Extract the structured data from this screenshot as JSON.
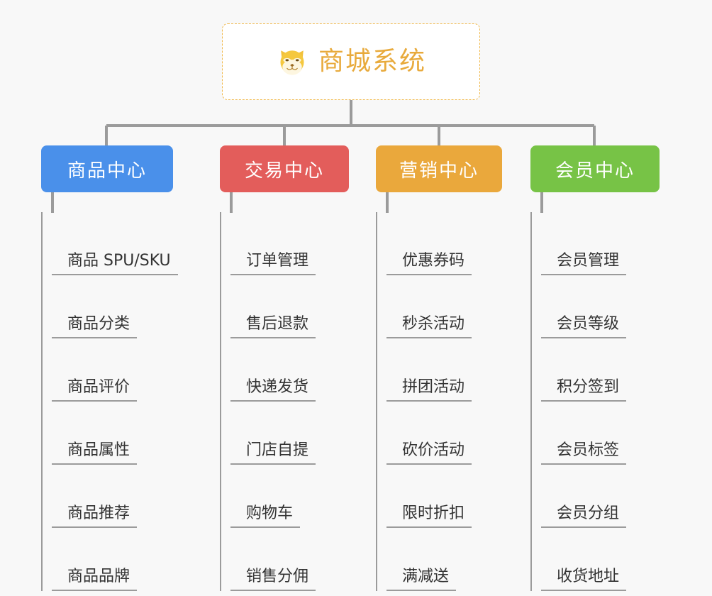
{
  "canvas": {
    "background": "#f8f8f8",
    "line_color": "#9b9b9b"
  },
  "root": {
    "title": "商城系统",
    "icon": "shiba-dog-icon",
    "text_color": "#e8aa3c",
    "border_color": "#f0b84a",
    "fill": "#ffffff"
  },
  "branches": [
    {
      "label": "商品中心",
      "color": "#4a90ea",
      "items": [
        "商品 SPU/SKU",
        "商品分类",
        "商品评价",
        "商品属性",
        "商品推荐",
        "商品品牌"
      ]
    },
    {
      "label": "交易中心",
      "color": "#e35d5b",
      "items": [
        "订单管理",
        "售后退款",
        "快递发货",
        "门店自提",
        "购物车",
        "销售分佣"
      ]
    },
    {
      "label": "营销中心",
      "color": "#eaa83c",
      "items": [
        "优惠券码",
        "秒杀活动",
        "拼团活动",
        "砍价活动",
        "限时折扣",
        "满减送"
      ]
    },
    {
      "label": "会员中心",
      "color": "#77c346",
      "items": [
        "会员管理",
        "会员等级",
        "积分签到",
        "会员标签",
        "会员分组",
        "收货地址"
      ]
    }
  ]
}
